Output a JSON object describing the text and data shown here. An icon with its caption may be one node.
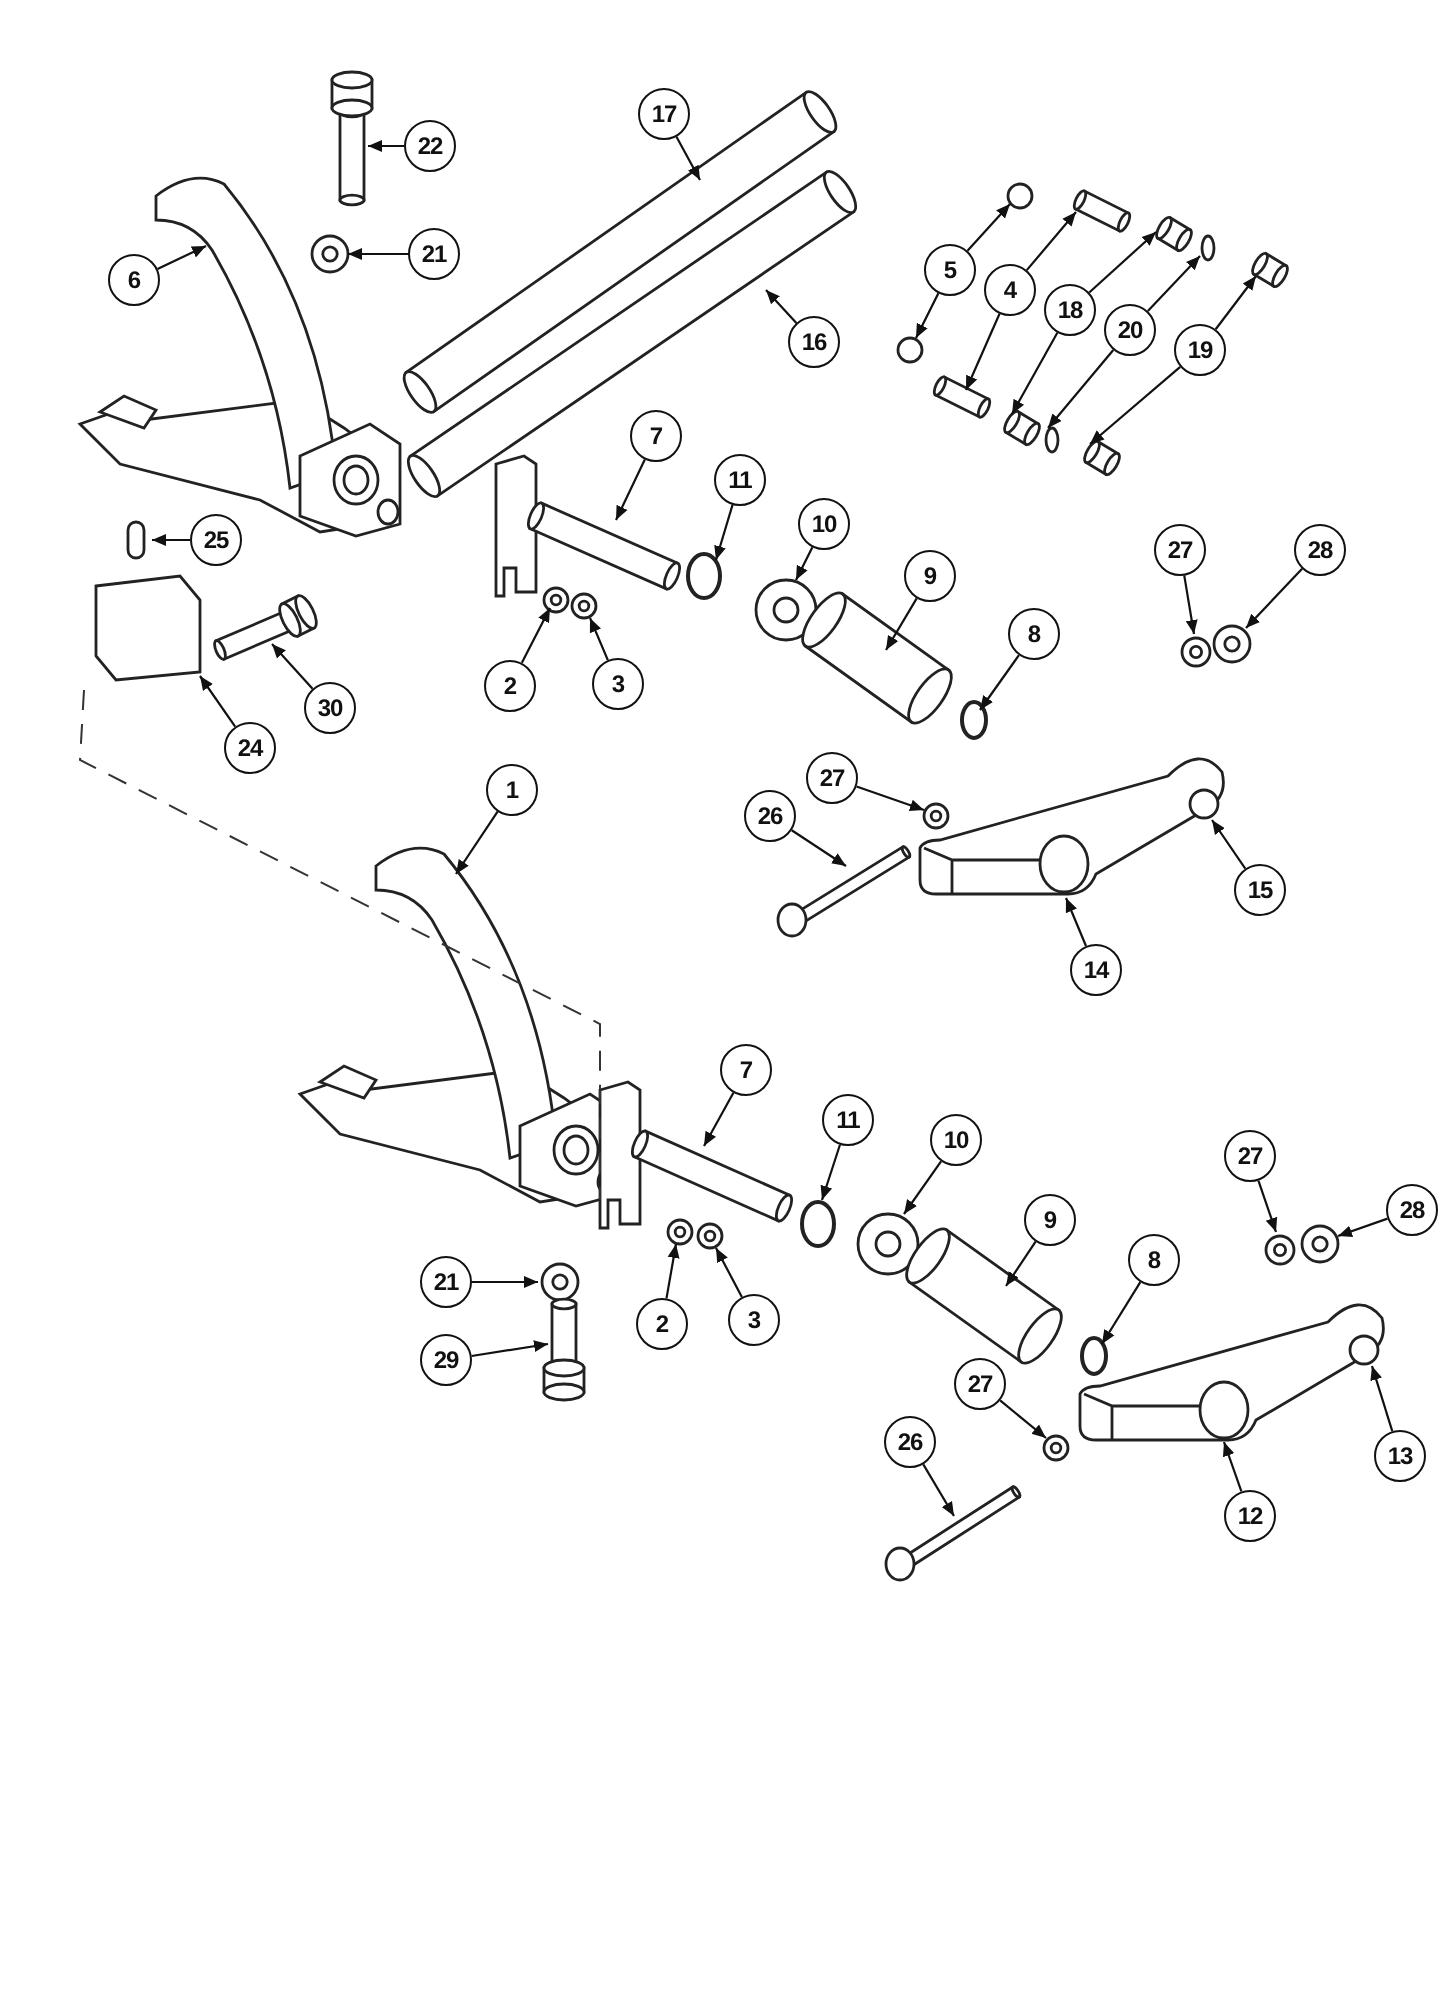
{
  "diagram": {
    "nodes": [
      {
        "text": [
          "17"
        ]
      },
      {
        "text": [
          "22"
        ]
      },
      {
        "text": [
          "5"
        ]
      },
      {
        "text": [
          "21"
        ]
      },
      {
        "text": [
          "6"
        ]
      },
      {
        "text": [
          "4"
        ]
      },
      {
        "text": [
          "18"
        ]
      },
      {
        "text": [
          "20"
        ]
      },
      {
        "text": [
          "16"
        ]
      },
      {
        "text": [
          "19"
        ]
      },
      {
        "text": [
          "7"
        ]
      },
      {
        "text": [
          "11"
        ]
      },
      {
        "text": [
          "10"
        ]
      },
      {
        "text": [
          "25"
        ]
      },
      {
        "text": [
          "28"
        ]
      },
      {
        "text": [
          "27"
        ]
      },
      {
        "text": [
          "9"
        ]
      },
      {
        "text": [
          "8"
        ]
      },
      {
        "text": [
          "30"
        ]
      },
      {
        "text": [
          "3"
        ]
      },
      {
        "text": [
          "2"
        ]
      },
      {
        "text": [
          "24"
        ]
      },
      {
        "text": [
          "27"
        ]
      },
      {
        "text": [
          "1"
        ]
      },
      {
        "text": [
          "26"
        ]
      },
      {
        "text": [
          "15"
        ]
      },
      {
        "text": [
          "14"
        ]
      },
      {
        "text": [
          "7"
        ]
      },
      {
        "text": [
          "11"
        ]
      },
      {
        "text": [
          "10"
        ]
      },
      {
        "text": [
          "27"
        ]
      },
      {
        "text": [
          "9"
        ]
      },
      {
        "text": [
          "8"
        ]
      },
      {
        "text": [
          "21"
        ]
      },
      {
        "text": [
          "3"
        ]
      },
      {
        "text": [
          "2"
        ]
      },
      {
        "text": [
          "28"
        ]
      },
      {
        "text": [
          "29"
        ]
      },
      {
        "text": [
          "27"
        ]
      },
      {
        "text": [
          "13"
        ]
      },
      {
        "text": [
          "26"
        ]
      },
      {
        "text": [
          "12"
        ]
      }
    ],
    "edges": [
      {
        "from": 0,
        "to": null,
        "arrow": "to"
      },
      {
        "from": 1,
        "to": null,
        "arrow": "to"
      },
      {
        "from": 2,
        "to": null,
        "arrow": "to"
      },
      {
        "from": 3,
        "to": null,
        "arrow": "to"
      },
      {
        "from": 4,
        "to": null,
        "arrow": "to"
      },
      {
        "from": 5,
        "to": null,
        "arrow": "to"
      },
      {
        "from": 6,
        "to": null,
        "arrow": "to"
      },
      {
        "from": 7,
        "to": null,
        "arrow": "to"
      },
      {
        "from": 8,
        "to": null,
        "arrow": "to"
      },
      {
        "from": 9,
        "to": null,
        "arrow": "to"
      },
      {
        "from": 10,
        "to": null,
        "arrow": "to"
      },
      {
        "from": 11,
        "to": null,
        "arrow": "to"
      },
      {
        "from": 12,
        "to": null,
        "arrow": "to"
      },
      {
        "from": 13,
        "to": null,
        "arrow": "to"
      },
      {
        "from": 14,
        "to": null,
        "arrow": "to"
      },
      {
        "from": 15,
        "to": null,
        "arrow": "to"
      },
      {
        "from": 16,
        "to": null,
        "arrow": "to"
      },
      {
        "from": 17,
        "to": null,
        "arrow": "to"
      },
      {
        "from": 18,
        "to": null,
        "arrow": "to"
      },
      {
        "from": 19,
        "to": null,
        "arrow": "to"
      },
      {
        "from": 20,
        "to": null,
        "arrow": "to"
      },
      {
        "from": 21,
        "to": null,
        "arrow": "to"
      },
      {
        "from": 22,
        "to": null,
        "arrow": "to"
      },
      {
        "from": 23,
        "to": null,
        "arrow": "to"
      },
      {
        "from": 24,
        "to": null,
        "arrow": "to"
      },
      {
        "from": 25,
        "to": null,
        "arrow": "to"
      },
      {
        "from": 26,
        "to": null,
        "arrow": "to"
      },
      {
        "from": 27,
        "to": null,
        "arrow": "to"
      },
      {
        "from": 28,
        "to": null,
        "arrow": "to"
      },
      {
        "from": 29,
        "to": null,
        "arrow": "to"
      },
      {
        "from": 30,
        "to": null,
        "arrow": "to"
      },
      {
        "from": 31,
        "to": null,
        "arrow": "to"
      },
      {
        "from": 32,
        "to": null,
        "arrow": "to"
      },
      {
        "from": 33,
        "to": null,
        "arrow": "to"
      },
      {
        "from": 34,
        "to": null,
        "arrow": "to"
      },
      {
        "from": 35,
        "to": null,
        "arrow": "to"
      },
      {
        "from": 36,
        "to": null,
        "arrow": "to"
      },
      {
        "from": 37,
        "to": null,
        "arrow": "to"
      },
      {
        "from": 38,
        "to": null,
        "arrow": "to"
      },
      {
        "from": 39,
        "to": null,
        "arrow": "to"
      },
      {
        "from": 40,
        "to": null,
        "arrow": "to"
      },
      {
        "from": 41,
        "to": null,
        "arrow": "to"
      },
      {
        "from": 2,
        "to": null,
        "arrow": "to"
      },
      {
        "from": 5,
        "to": null,
        "arrow": "to"
      },
      {
        "from": 6,
        "to": null,
        "arrow": "to"
      },
      {
        "from": 7,
        "to": null,
        "arrow": "to"
      },
      {
        "from": 9,
        "to": null,
        "arrow": "to"
      }
    ]
  }
}
